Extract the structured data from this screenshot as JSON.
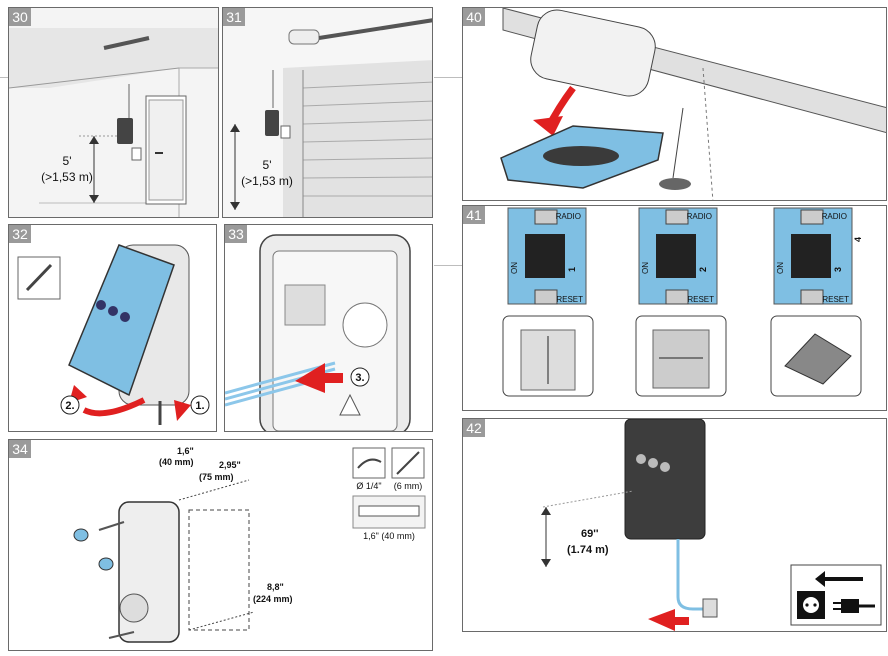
{
  "steps": {
    "s30": {
      "number": "30",
      "height_ft": "5'",
      "height_m": "(>1,53 m)"
    },
    "s31": {
      "number": "31",
      "height_ft": "5'",
      "height_m": "(>1,53 m)"
    },
    "s32": {
      "number": "32",
      "callout_1": "1.",
      "callout_2": "2."
    },
    "s33": {
      "number": "33",
      "callout_3": "3."
    },
    "s34": {
      "number": "34",
      "dim_top_a_in": "1,6\"",
      "dim_top_a_mm": "(40 mm)",
      "dim_top_b_in": "2,95\"",
      "dim_top_b_mm": "(75 mm)",
      "dim_side_in": "8,8\"",
      "dim_side_mm": "(224 mm)",
      "drill_diameter": "Ø 1/4\"",
      "drill_size_mm": "(6 mm)",
      "drill_depth": "1,6\" (40 mm)"
    },
    "s40": {
      "number": "40"
    },
    "s41": {
      "number": "41",
      "radio_label": "RADIO",
      "reset_label": "RESET",
      "on_label": "ON",
      "switch_numbers": [
        "1",
        "2",
        "3",
        "4"
      ]
    },
    "s42": {
      "number": "42",
      "height_in": "69''",
      "height_m": "(1.74 m)"
    }
  },
  "colors": {
    "housing_blue": "#7fbfe3",
    "highlight_blue": "#8cc7ea",
    "arrow_red": "#e02020",
    "badge_gray": "#9a9a9a"
  }
}
